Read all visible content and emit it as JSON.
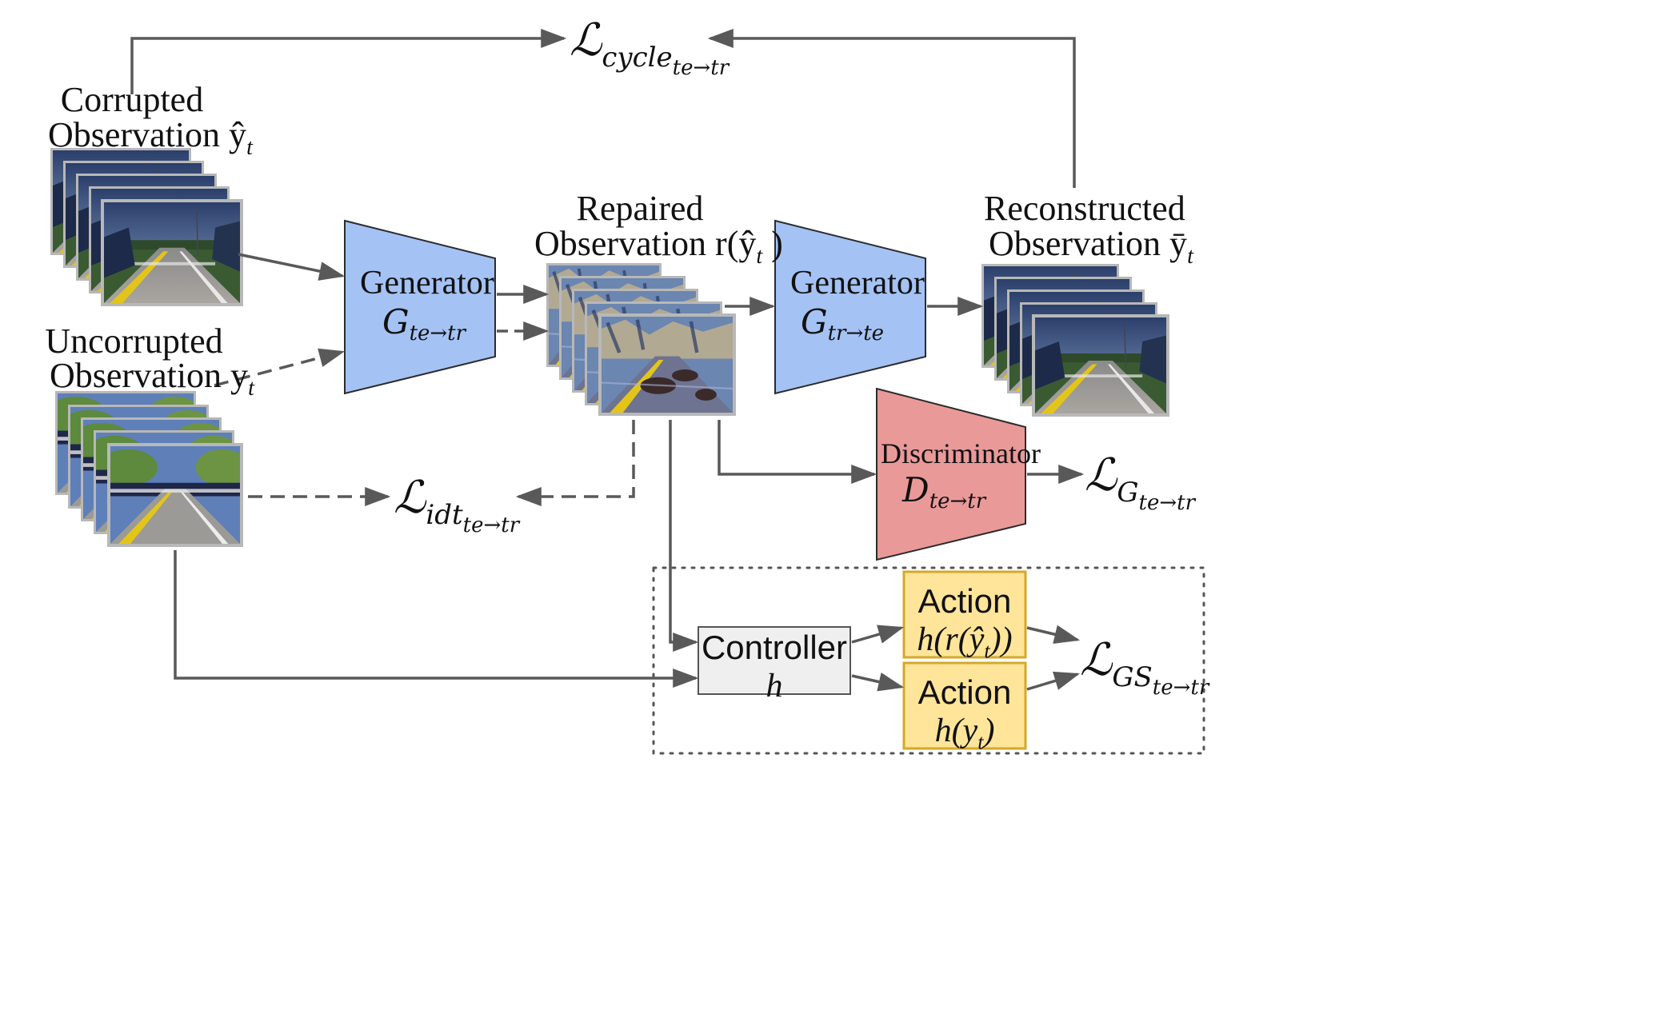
{
  "labels": {
    "corrupted_line1": "Corrupted",
    "corrupted_line2": "Observation ŷ",
    "corrupted_sub": "t",
    "uncorrupted_line1": "Uncorrupted",
    "uncorrupted_line2": "Observation y",
    "uncorrupted_sub": "t",
    "repaired_line1": "Repaired",
    "repaired_line2": "Observation r(ŷ",
    "repaired_sub": "t",
    "repaired_close": " )",
    "reconstructed_line1": "Reconstructed",
    "reconstructed_line2": "Observation ȳ",
    "reconstructed_sub": "t"
  },
  "generator1": {
    "title": "Generator",
    "symbol": "G",
    "subscript": "te→tr"
  },
  "generator2": {
    "title": "Generator",
    "symbol": "G",
    "subscript": "tr→te"
  },
  "discriminator": {
    "title": "Discriminator",
    "symbol": "D",
    "subscript": "te→tr"
  },
  "controller": {
    "line1": "Controller",
    "line2": "h"
  },
  "action1": {
    "line1": "Action",
    "line2_pre": "h(r(ŷ",
    "line2_sub": "t",
    "line2_post": "))"
  },
  "action2": {
    "line1": "Action",
    "line2_pre": "h(y",
    "line2_sub": "t",
    "line2_post": ")"
  },
  "losses": {
    "cycle": {
      "script": "ℒ",
      "name": "cycle",
      "sub": "te→tr"
    },
    "idt": {
      "script": "ℒ",
      "name": "idt",
      "sub": "te→tr"
    },
    "gan": {
      "script": "ℒ",
      "name": "G",
      "sub": "te→tr"
    },
    "gs": {
      "script": "ℒ",
      "name": "GS",
      "sub": "te→tr"
    }
  },
  "colors": {
    "generator": "#a4c2f4",
    "discriminator": "#ea9999",
    "action": "#ffe599",
    "action_border": "#d4a82a",
    "controller": "#efefef",
    "arrow": "#595959",
    "frame_border": "#a8a8a8"
  }
}
